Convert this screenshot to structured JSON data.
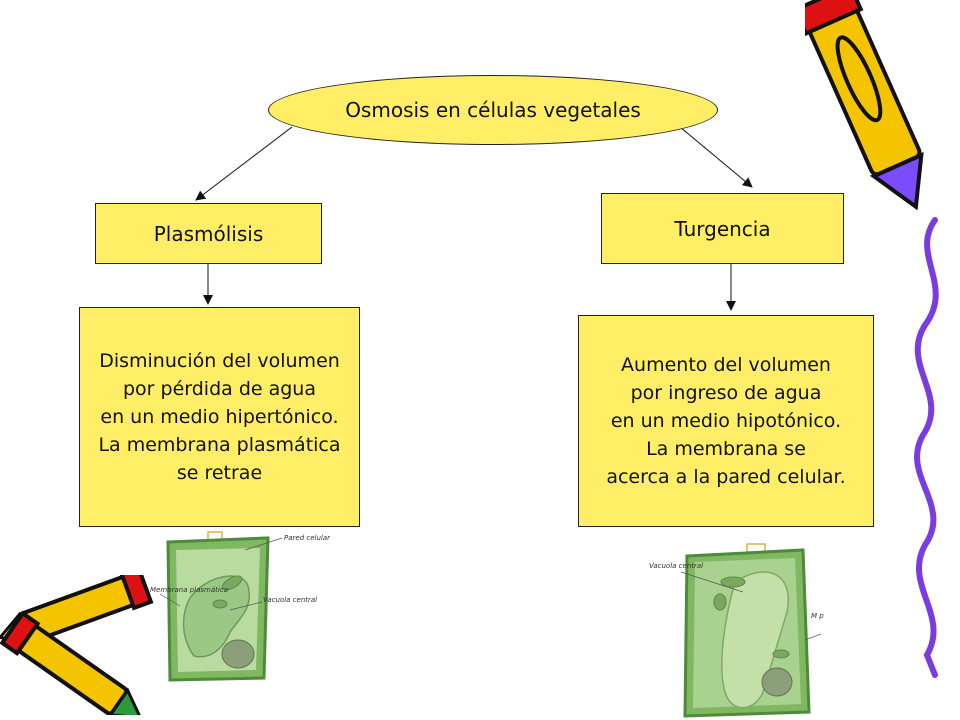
{
  "title": "Osmosis en células vegetales",
  "left": {
    "label": "Plasmólisis",
    "description": [
      "Disminución del volumen",
      "por pérdida de agua",
      "en un medio hipertónico.",
      "La membrana plasmática",
      "se retrae"
    ],
    "figure_labels": {
      "top": "Pared celular",
      "side": "Membrana plasmática",
      "center": "Vacuola central"
    }
  },
  "right": {
    "label": "Turgencia",
    "description": [
      "Aumento del volumen",
      "por ingreso de agua",
      "en un medio hipotónico.",
      "La membrana se ",
      "acerca a la pared celular."
    ],
    "figure_labels": {
      "left": "Vacuola central",
      "side": "M p"
    }
  },
  "colors": {
    "box_fill": "#ffee66",
    "border": "#222222",
    "cell_green": "#8cc06a"
  }
}
